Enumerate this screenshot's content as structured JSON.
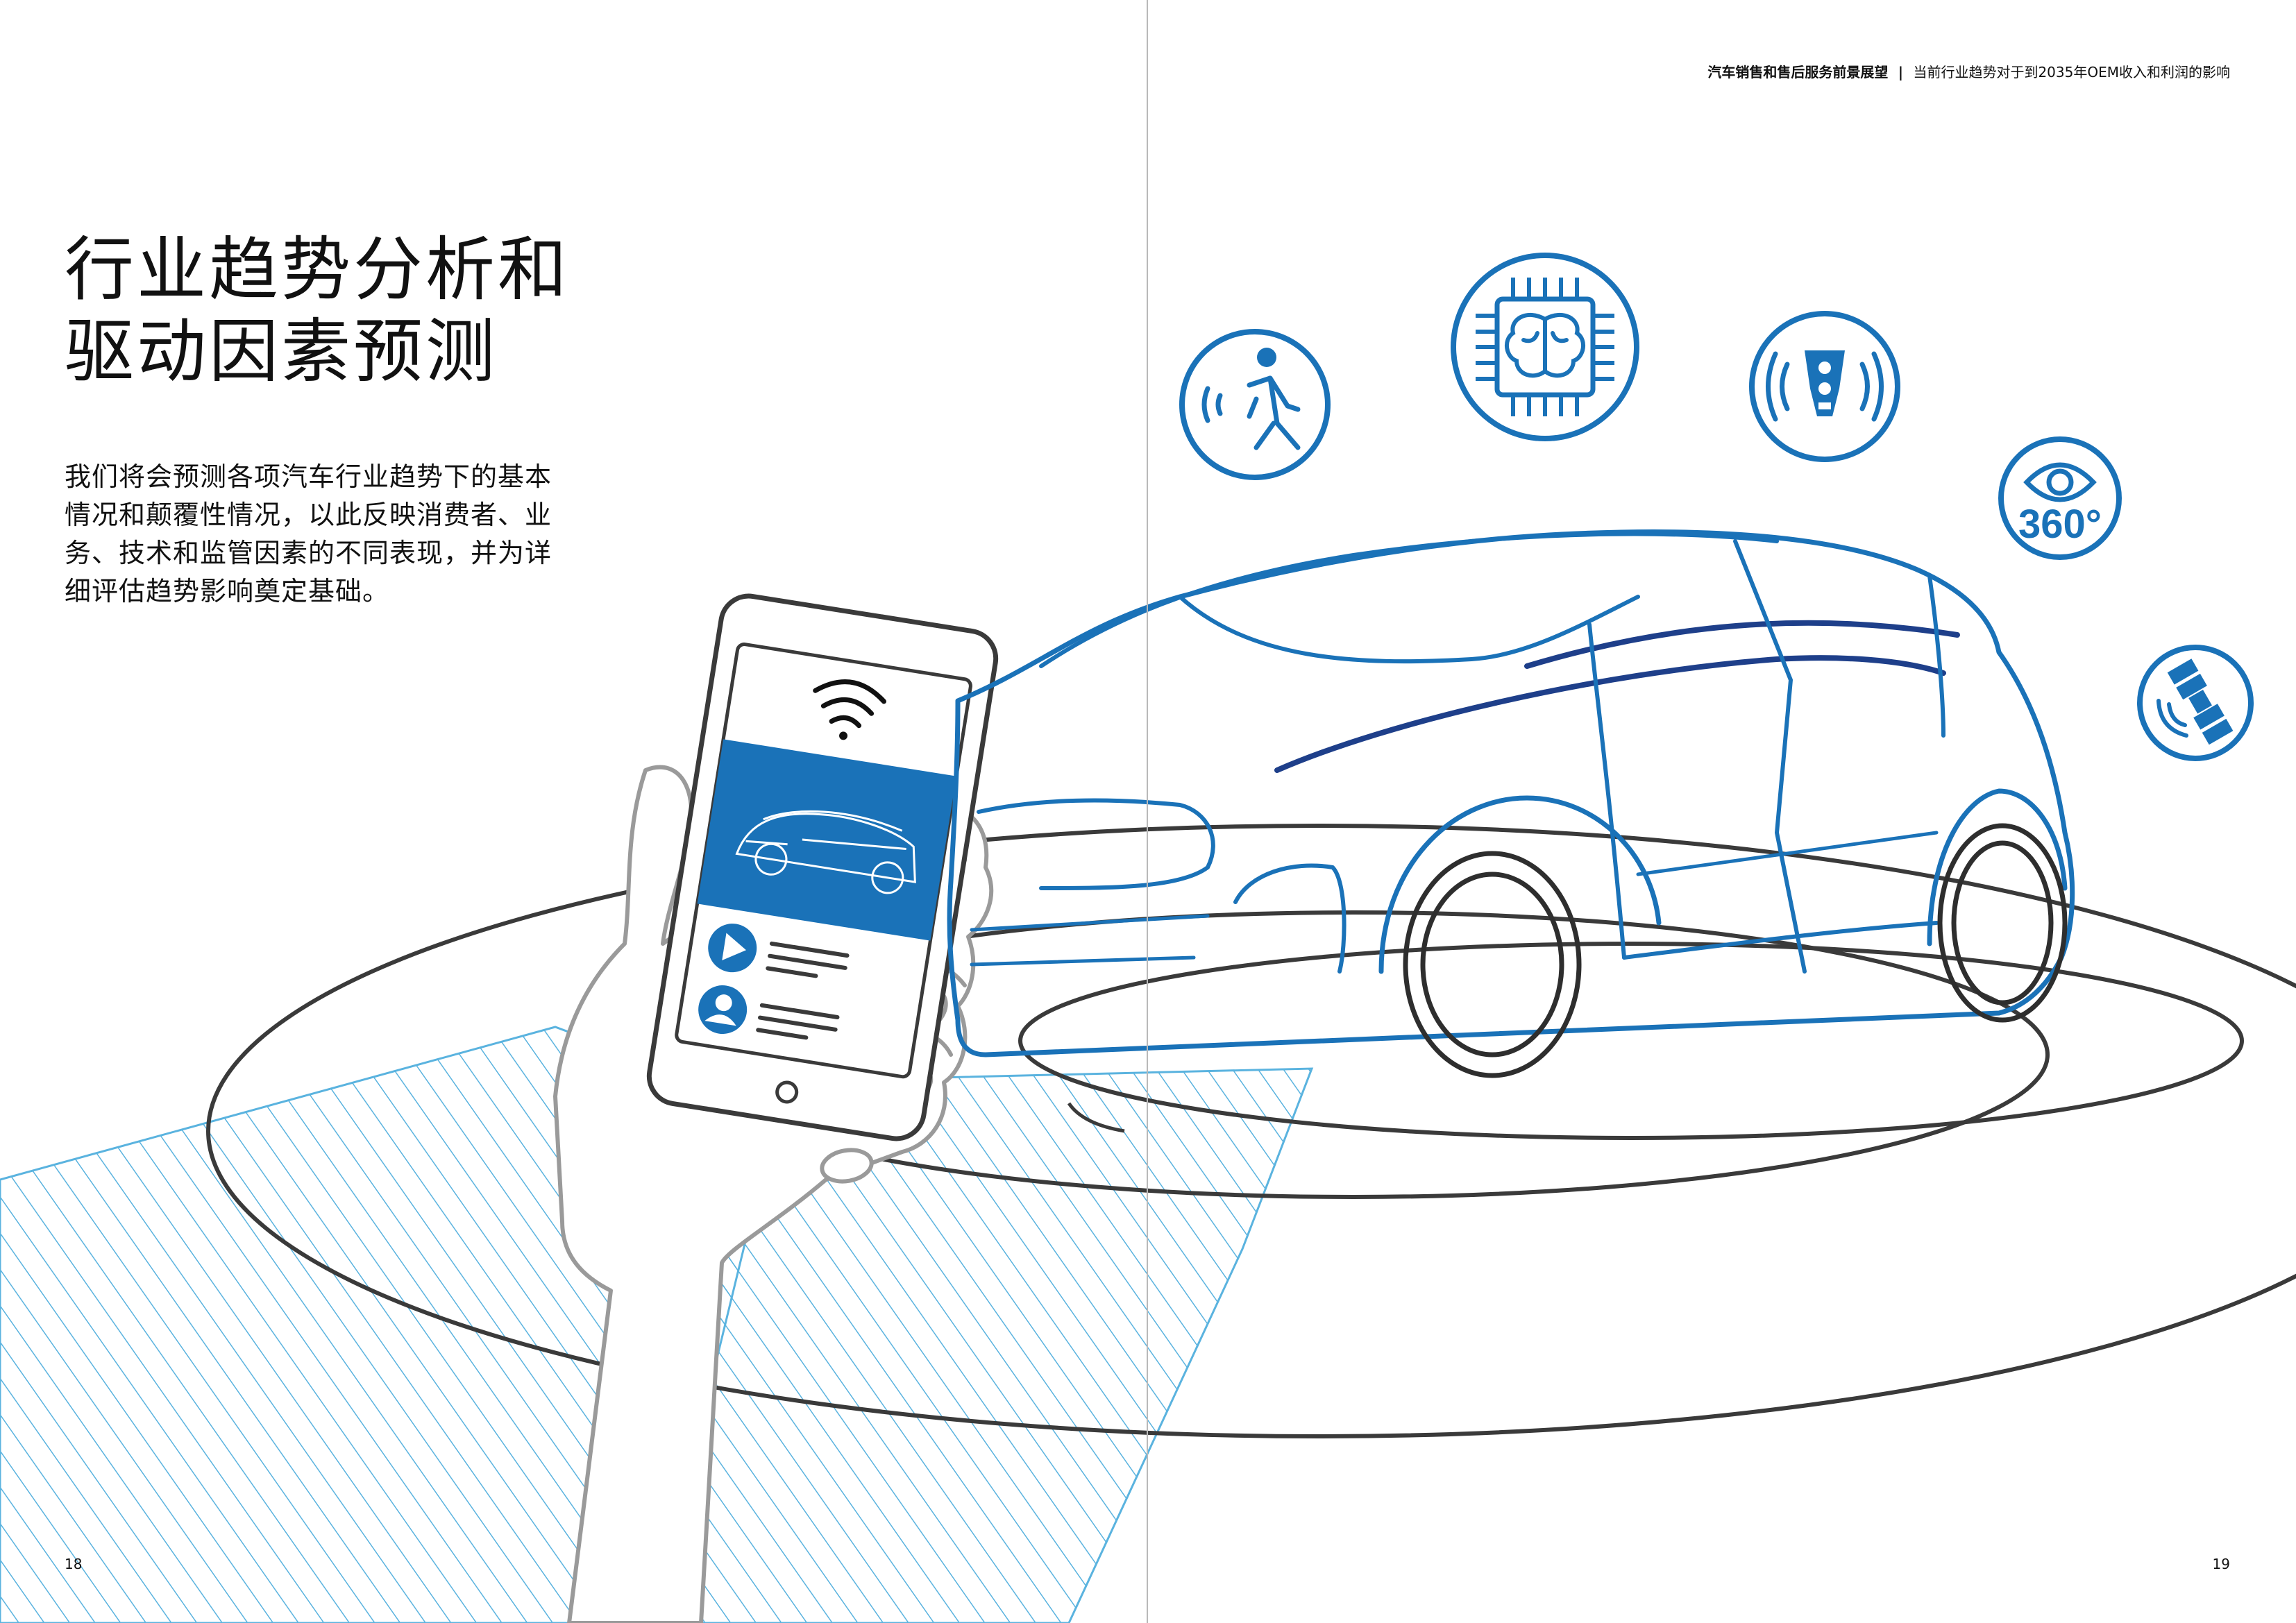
{
  "header": {
    "report_title": "汽车销售和售后服务前景展望",
    "separator": "|",
    "section_title": "当前行业趋势对于到2035年OEM收入和利润的影响"
  },
  "title": {
    "line1": "行业趋势分析和",
    "line2": "驱动因素预测"
  },
  "intro": {
    "text": "我们将会预测各项汽车行业趋势下的基本情况和颠覆性情况，以此反映消费者、业务、技术和监管因素的不同表现，并为详细评估趋势影响奠定基础。"
  },
  "icons": {
    "pedestrian": "pedestrian-sensor-icon",
    "ai_chip": "ai-brain-chip-icon",
    "traffic_light": "connected-traffic-light-icon",
    "view_360": "360-view-eye-icon",
    "satellite": "satellite-icon",
    "view_360_label": "360°"
  },
  "phone": {
    "icons": [
      "wifi-icon",
      "play-icon",
      "user-icon",
      "home-button-icon"
    ]
  },
  "colors": {
    "accent_blue": "#1a72b8",
    "dark_blue": "#1e3f8a",
    "line_blue": "#2f8fd0",
    "hatch_blue": "#5ab3df",
    "gray_line": "#9a9a9a",
    "dark_line": "#3a3a3a"
  },
  "page_numbers": {
    "left": "18",
    "right": "19"
  }
}
